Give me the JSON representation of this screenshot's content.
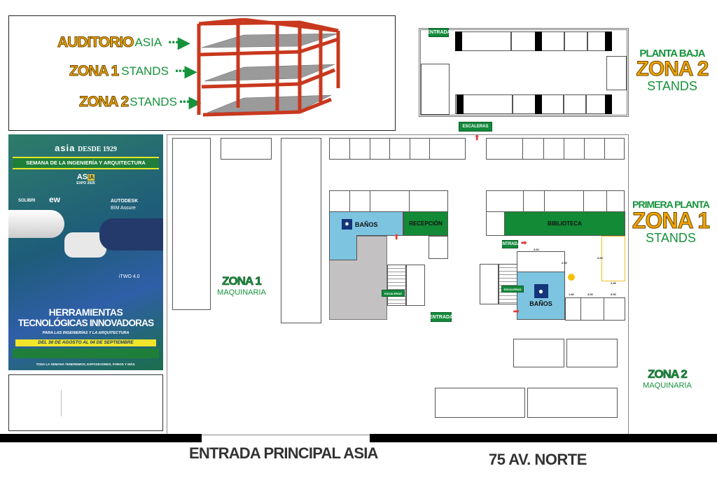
{
  "top_panel": {
    "rows": [
      {
        "zone": "AUDITORIO",
        "desc": "ASIA"
      },
      {
        "zone": "ZONA 1",
        "desc": "STANDS"
      },
      {
        "zone": "ZONA 2",
        "desc": "STANDS"
      }
    ]
  },
  "ground_floor": {
    "entrance": "ENTRADA",
    "floor": "PLANTA BAJA",
    "zone": "ZONA 2",
    "desc": "STANDS"
  },
  "first_floor": {
    "floor": "PRIMERA PLANTA",
    "zone": "ZONA 1",
    "desc": "STANDS"
  },
  "plan": {
    "stairs_top": "ESCALERAS",
    "banos_left": "BAÑOS",
    "recepcion": "RECEPCIÓN",
    "stairs_left": "ESCALERAS",
    "entrada_bottom": "ENTRADA",
    "biblioteca": "BIBLIOTECA",
    "entrada_right": "ENTRADA",
    "stairs_right": "ESCALERAS",
    "banos_right": "BAÑOS",
    "dims": [
      "3.00",
      "2.00",
      "3.00",
      "2.45",
      "1.80",
      "3.00",
      "3.00"
    ],
    "zona1": "ZONA 1",
    "zona1_desc": "MAQUINARIA",
    "zona2": "ZONA 2",
    "zona2_desc": "MAQUINARIA"
  },
  "poster": {
    "brand": "asia",
    "since": "DESDE 1929",
    "banner": "SEMANA DE LA INGENIERÍA Y ARQUITECTURA",
    "expo_a": "AS",
    "expo_b": "IA",
    "expo_c": "EXPO 2025",
    "logos": [
      "SOLIBRI",
      "ew",
      "AUTODESK",
      "BIM Assure",
      "iTWO 4.0"
    ],
    "title1": "HERRAMIENTAS",
    "title2": "TECNOLÓGICAS INNOVADORAS",
    "subtitle": "PARA LAS INGENIERÍAS Y LA ARQUITECTURA",
    "dates": "DEL 30 DE AGOSTO AL 04 DE SEPTIEMBRE",
    "footer": "TODA LA SEMANA TENDREMOS, EXPOSICIONES, FOROS Y MÁS."
  },
  "street": {
    "main_entrance": "ENTRADA PRINCIPAL ASIA",
    "avenue": "75 AV. NORTE"
  },
  "colors": {
    "green": "#15923b",
    "orange": "#f2a400",
    "bath": "#7dc4e0",
    "red": "#e23a3a"
  }
}
